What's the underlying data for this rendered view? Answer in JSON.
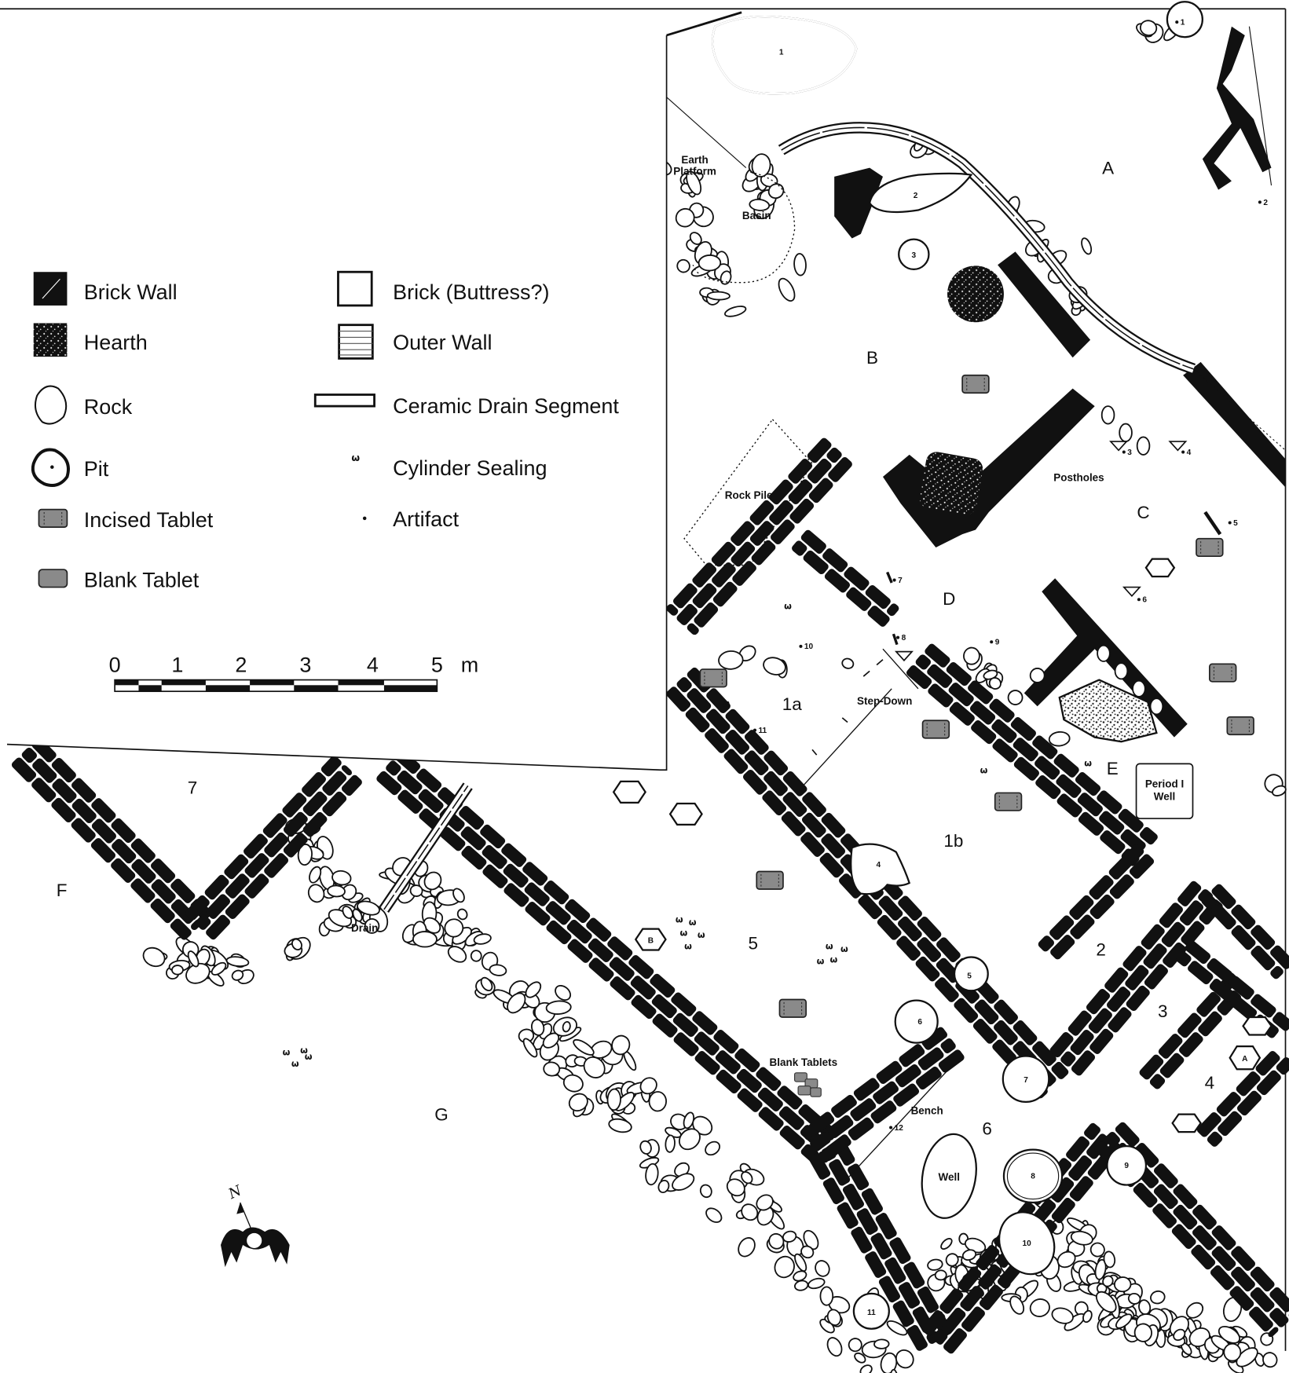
{
  "legend": {
    "items_left": [
      {
        "icon": "brick-wall-swatch",
        "label": "Brick Wall"
      },
      {
        "icon": "hearth-swatch",
        "label": "Hearth"
      },
      {
        "icon": "rock-swatch",
        "label": "Rock"
      },
      {
        "icon": "pit-swatch",
        "label": "Pit"
      },
      {
        "icon": "incised-tablet-swatch",
        "label": "Incised Tablet"
      },
      {
        "icon": "blank-tablet-swatch",
        "label": "Blank Tablet"
      }
    ],
    "items_right": [
      {
        "icon": "brick-buttress-swatch",
        "label": "Brick (Buttress?)"
      },
      {
        "icon": "outer-wall-swatch",
        "label": "Outer Wall"
      },
      {
        "icon": "ceramic-drain-swatch",
        "label": "Ceramic Drain Segment"
      },
      {
        "icon": "cylinder-sealing-swatch",
        "label": "Cylinder Sealing"
      },
      {
        "icon": "artifact-swatch",
        "label": "Artifact"
      }
    ]
  },
  "scale_bar": {
    "ticks": [
      "0",
      "1",
      "2",
      "3",
      "4",
      "5"
    ],
    "unit": "m"
  },
  "areas": {
    "A": "A",
    "B": "B",
    "C": "C",
    "D": "D",
    "E": "E",
    "F": "F",
    "G": "G"
  },
  "rooms": {
    "r1a": "1a",
    "r1b": "1b",
    "r2": "2",
    "r3": "3",
    "r4": "4",
    "r5": "5",
    "r6": "6",
    "r7": "7"
  },
  "features": {
    "earth_platform_1": "Earth",
    "earth_platform_2": "Platform",
    "basin": "Basin",
    "rock_pile": "Rock Pile",
    "postholes": "Postholes",
    "step_down": "Step-Down",
    "period_well_1": "Period I",
    "period_well_2": "Well",
    "drain": "Drain",
    "bench": "Bench",
    "blank_tablets": "Blank Tablets",
    "well": "Well"
  },
  "pits": [
    "1",
    "2",
    "3",
    "4",
    "5",
    "6",
    "7",
    "8",
    "9",
    "10",
    "11"
  ],
  "artifacts": [
    "1",
    "2",
    "3",
    "4",
    "5",
    "6",
    "7",
    "8",
    "9",
    "10",
    "11",
    "12"
  ],
  "octagons": [
    "A",
    "B"
  ],
  "compass": {
    "north": "N"
  },
  "colors": {
    "ink": "#111111",
    "paper": "#ffffff",
    "tablet": "#8a8a8a"
  }
}
